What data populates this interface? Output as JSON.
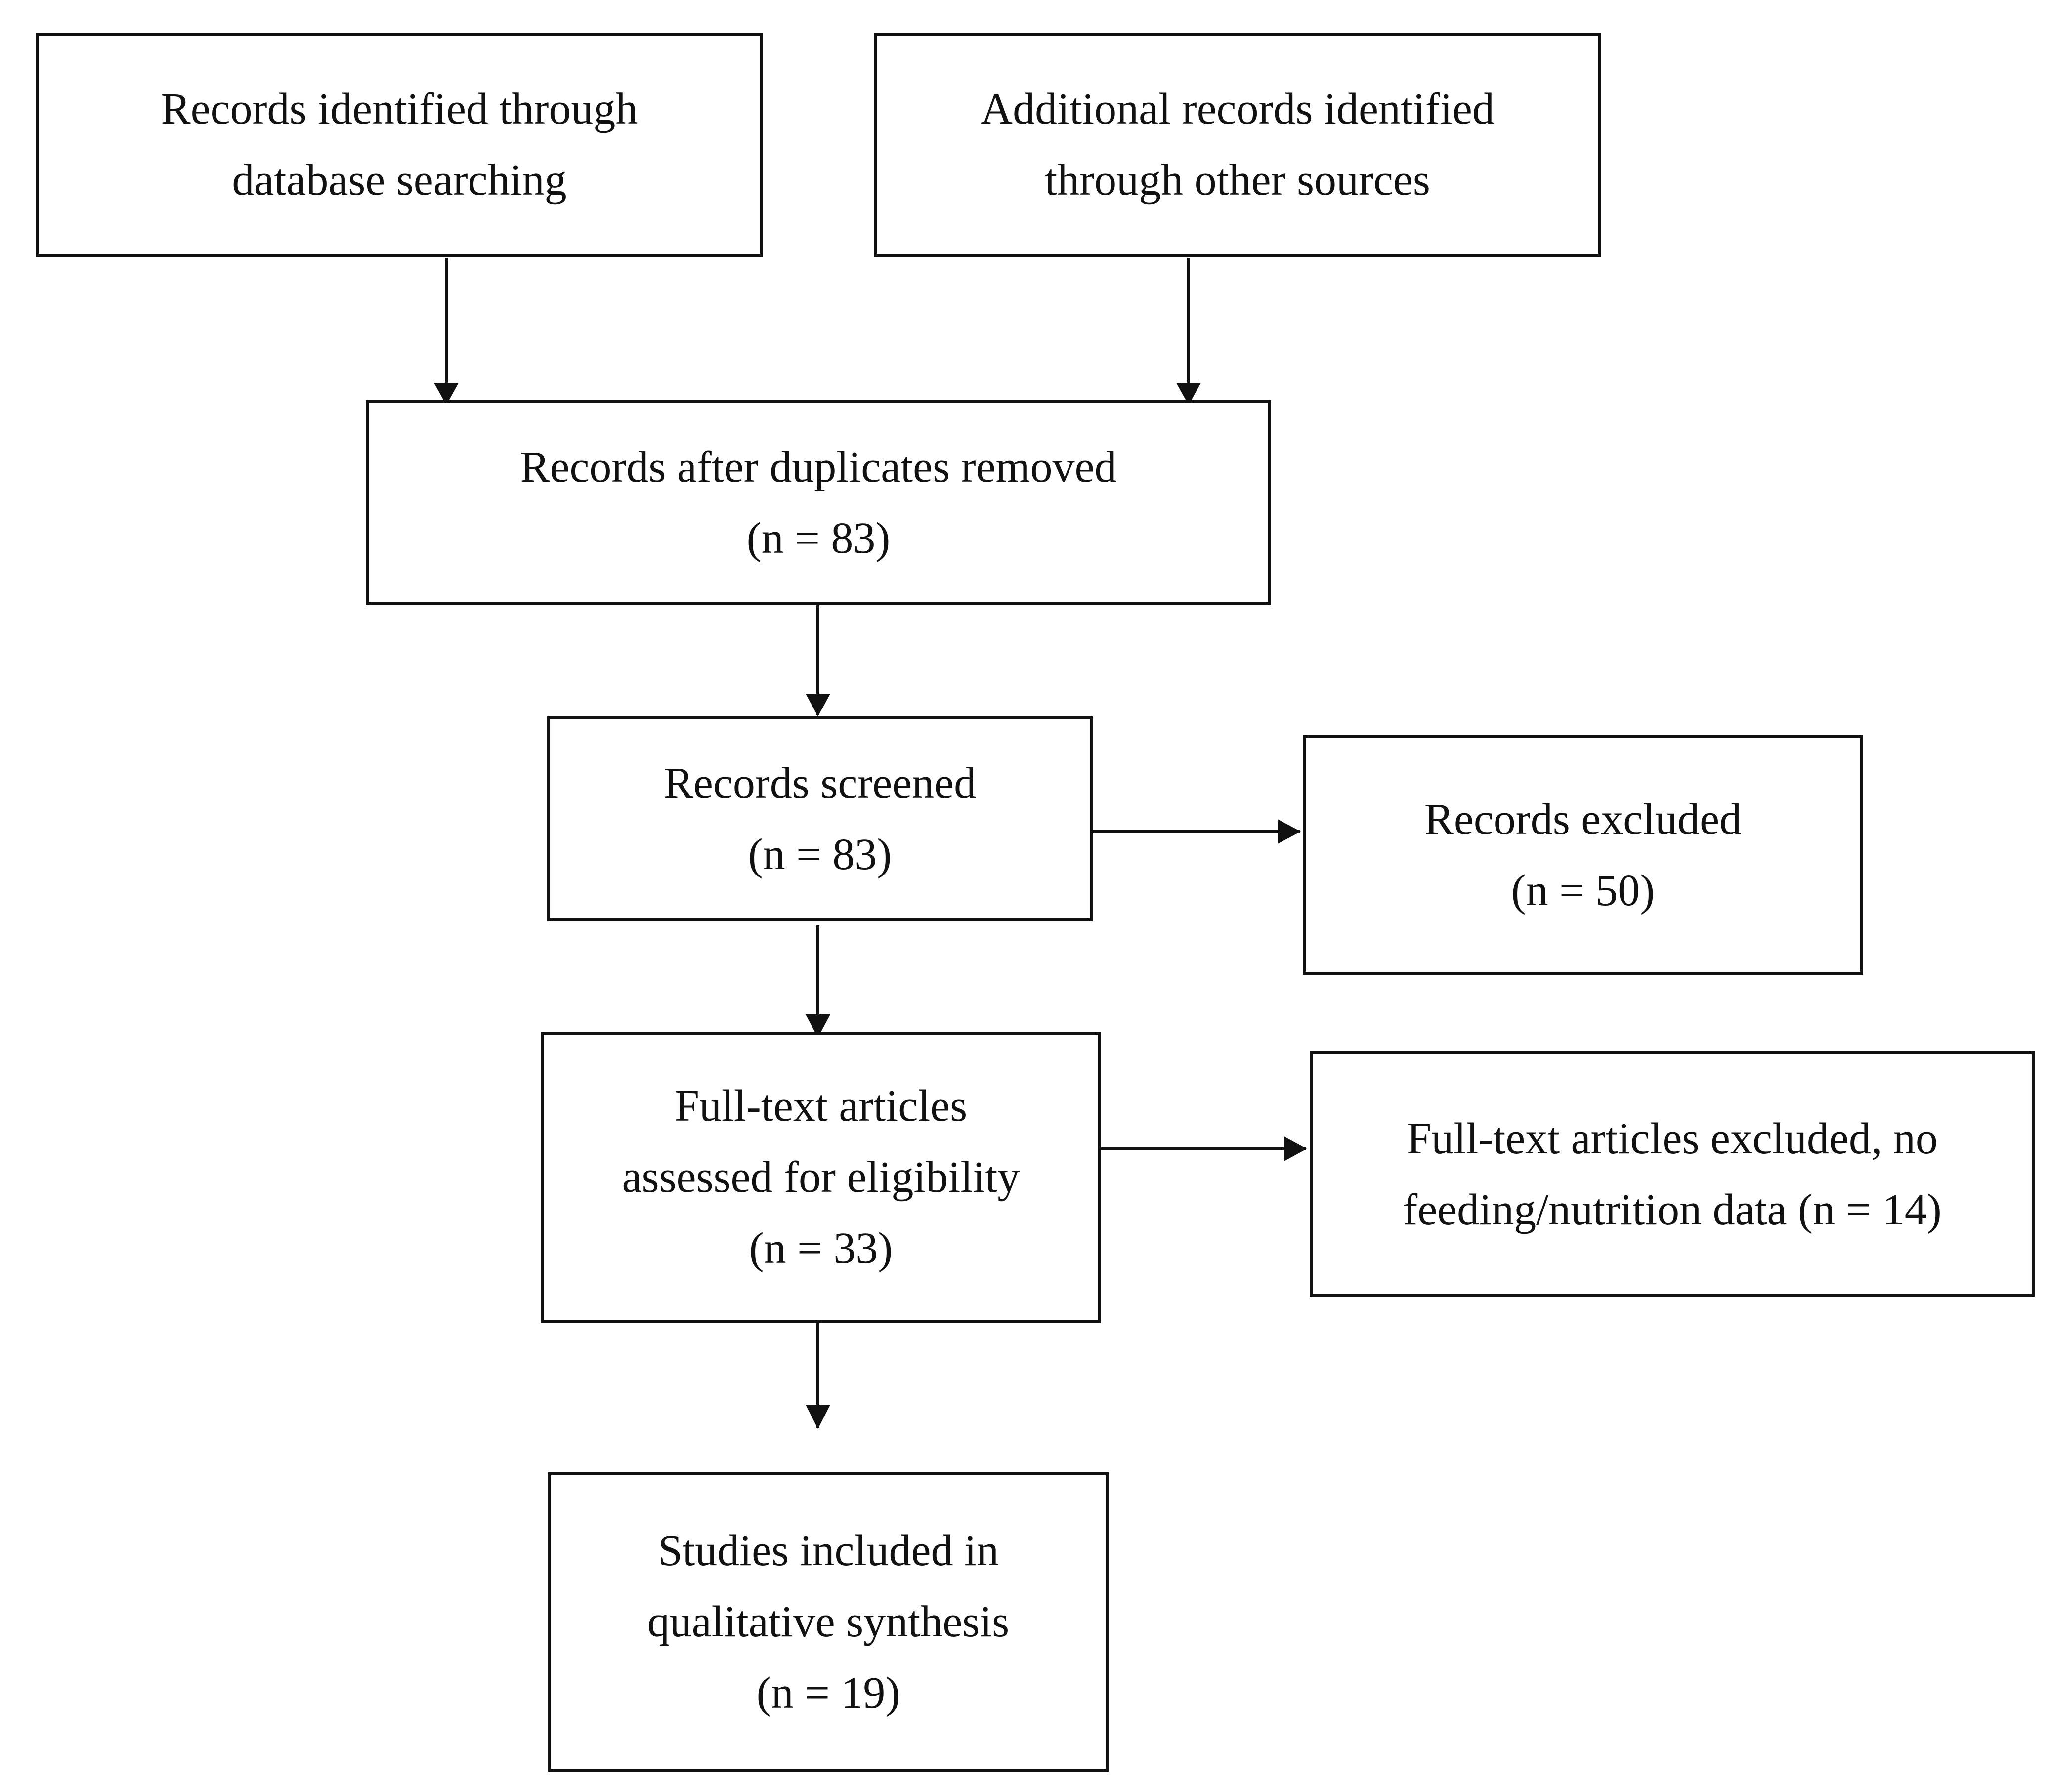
{
  "diagram": {
    "nodes": {
      "identified_db": {
        "lines": [
          "Records identified through",
          "database searching"
        ]
      },
      "identified_other": {
        "lines": [
          "Additional records identified",
          "through other sources"
        ]
      },
      "after_duplicates": {
        "lines": [
          "Records after duplicates removed",
          "(n = 83)"
        ]
      },
      "screened": {
        "lines": [
          "Records screened",
          "(n = 83)"
        ]
      },
      "excluded": {
        "lines": [
          "Records excluded",
          "(n = 50)"
        ]
      },
      "full_text_assessed": {
        "lines": [
          "Full-text articles",
          "assessed for eligibility",
          "(n = 33)"
        ]
      },
      "full_text_excluded": {
        "lines": [
          "Full-text articles excluded, no",
          "feeding/nutrition data (n = 14)"
        ]
      },
      "included": {
        "lines": [
          "Studies included in",
          "qualitative synthesis",
          "(n = 19)"
        ]
      }
    },
    "edges": [
      {
        "from": "identified_db",
        "to": "after_duplicates"
      },
      {
        "from": "identified_other",
        "to": "after_duplicates"
      },
      {
        "from": "after_duplicates",
        "to": "screened"
      },
      {
        "from": "screened",
        "to": "excluded"
      },
      {
        "from": "screened",
        "to": "full_text_assessed"
      },
      {
        "from": "full_text_assessed",
        "to": "full_text_excluded"
      },
      {
        "from": "full_text_assessed",
        "to": "included"
      }
    ]
  }
}
